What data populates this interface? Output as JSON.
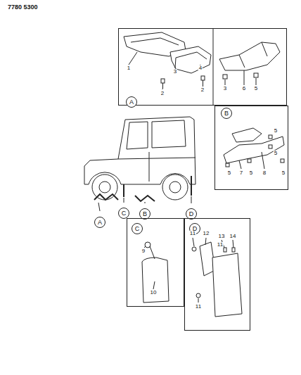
{
  "diagram": {
    "nodes": [
      {
        "text": [
          "A"
        ]
      },
      {
        "text": [
          "B"
        ]
      },
      {
        "text": [
          "A"
        ]
      },
      {
        "text": [
          "C"
        ]
      },
      {
        "text": [
          "B"
        ]
      },
      {
        "text": [
          "D"
        ]
      },
      {
        "text": [
          "C"
        ]
      },
      {
        "text": [
          "D"
        ]
      }
    ],
    "labels": [
      "7780 5300",
      "1",
      "2",
      "3",
      "4",
      "2",
      "3",
      "6",
      "5",
      "5",
      "5",
      "5",
      "7",
      "5",
      "8",
      "5",
      "9",
      "10",
      "11",
      "12",
      "13",
      "14",
      "11",
      "11"
    ]
  }
}
